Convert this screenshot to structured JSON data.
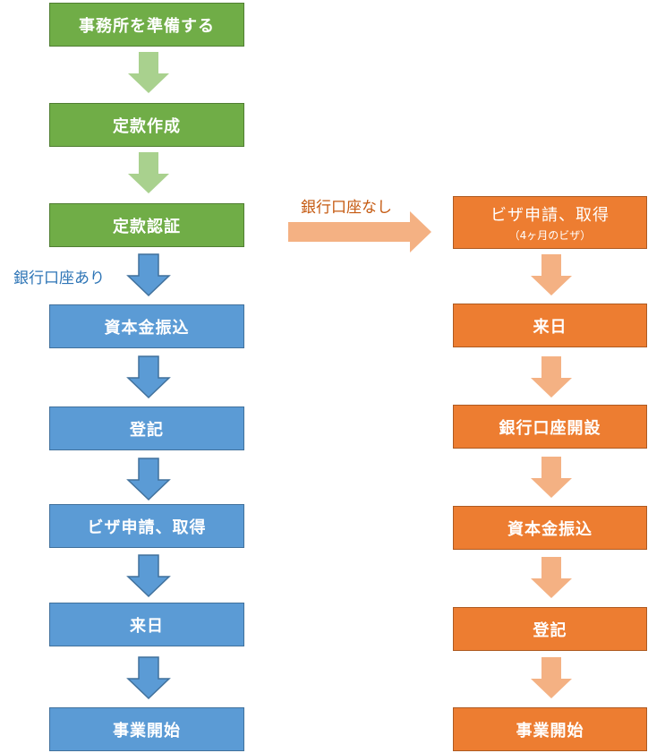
{
  "left_flow": {
    "steps": [
      {
        "label": "事務所を準備する"
      },
      {
        "label": "定款作成"
      },
      {
        "label": "定款認証"
      },
      {
        "label": "資本金振込"
      },
      {
        "label": "登記"
      },
      {
        "label": "ビザ申請、取得"
      },
      {
        "label": "来日"
      },
      {
        "label": "事業開始"
      }
    ],
    "branch_label": "銀行口座あり"
  },
  "right_flow": {
    "branch_label": "銀行口座なし",
    "steps": [
      {
        "label": "ビザ申請、取得",
        "sub": "（4ヶ月のビザ）"
      },
      {
        "label": "来日"
      },
      {
        "label": "銀行口座開設"
      },
      {
        "label": "資本金振込"
      },
      {
        "label": "登記"
      },
      {
        "label": "事業開始"
      }
    ]
  },
  "colors": {
    "green": "#70ad47",
    "blue": "#5b9bd5",
    "orange": "#ed7d31",
    "light_green_arrow": "#a9d18e",
    "light_orange_arrow": "#f4b183"
  }
}
